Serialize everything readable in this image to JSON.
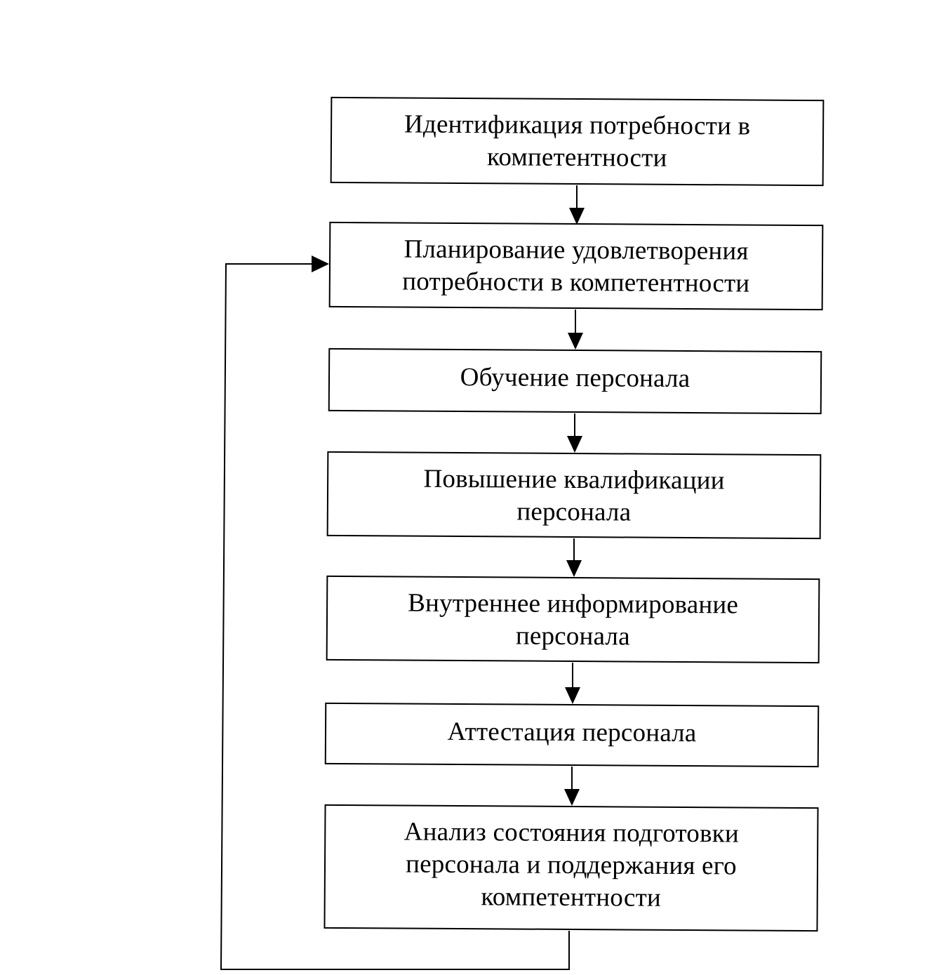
{
  "diagram": {
    "steps": [
      {
        "id": "step-1",
        "label": "Идентификация потребности в\nкомпетентности"
      },
      {
        "id": "step-2",
        "label": "Планирование удовлетворения\nпотребности в компетентности"
      },
      {
        "id": "step-3",
        "label": "Обучение персонала"
      },
      {
        "id": "step-4",
        "label": "Повышение квалификации\nперсонала"
      },
      {
        "id": "step-5",
        "label": "Внутреннее информирование\nперсонала"
      },
      {
        "id": "step-6",
        "label": "Аттестация персонала"
      },
      {
        "id": "step-7",
        "label": "Анализ состояния подготовки\nперсонала и поддержания его\nкомпетентности"
      }
    ],
    "connections": [
      {
        "from": "step-1",
        "to": "step-2"
      },
      {
        "from": "step-2",
        "to": "step-3"
      },
      {
        "from": "step-3",
        "to": "step-4"
      },
      {
        "from": "step-4",
        "to": "step-5"
      },
      {
        "from": "step-5",
        "to": "step-6"
      },
      {
        "from": "step-6",
        "to": "step-7"
      },
      {
        "from": "step-7",
        "to": "step-2",
        "type": "feedback-loop"
      }
    ],
    "colors": {
      "stroke": "#000000",
      "background": "#ffffff"
    }
  }
}
